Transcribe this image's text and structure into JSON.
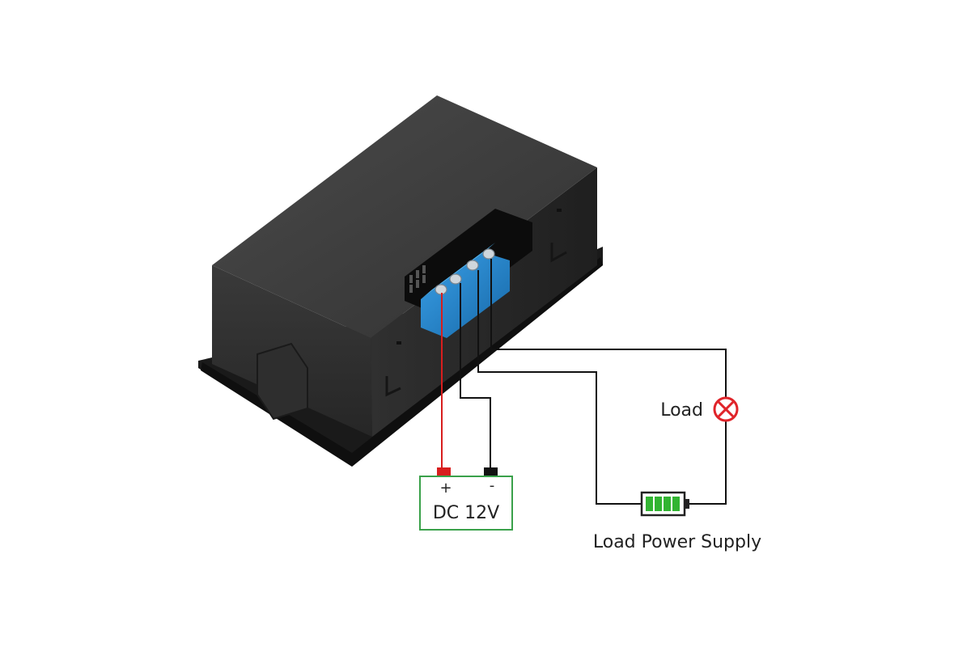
{
  "labels": {
    "positive": "+",
    "negative": "-",
    "dc_supply": "DC 12V",
    "load": "Load",
    "load_power_supply": "Load Power Supply"
  },
  "colors": {
    "device_body": "#2a2a2a",
    "terminal_block": "#1e7fc7",
    "positive_wire": "#d81e1e",
    "negative_wire": "#111111",
    "signal_wire": "#111111",
    "supply_box": "#3aa14a",
    "battery_cells": "#32b432",
    "lamp": "#e0242a"
  },
  "icons": {
    "lamp": "load-lamp-icon",
    "battery": "battery-icon"
  }
}
